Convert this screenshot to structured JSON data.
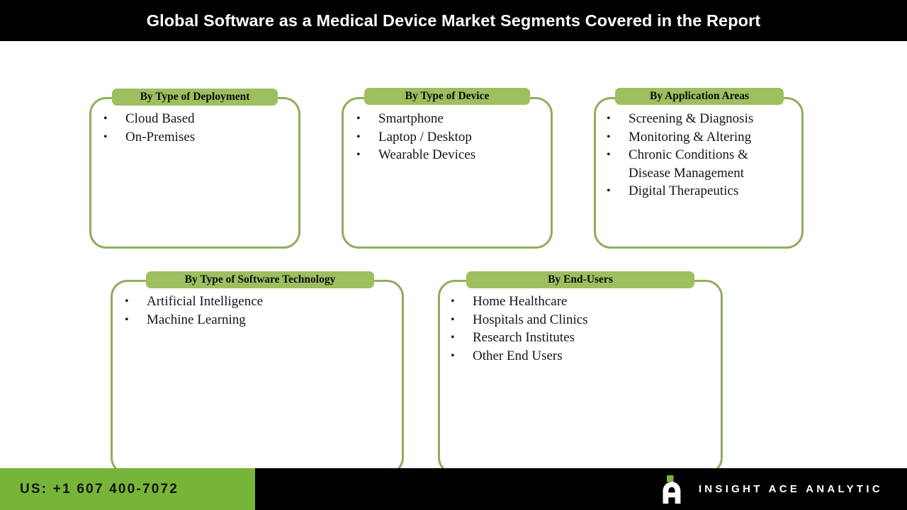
{
  "header": {
    "title": "Global Software as a Medical Device Market Segments Covered in the Report"
  },
  "colors": {
    "title_bar_bg": "#000000",
    "card_border": "#8fae5c",
    "card_header_bg": "#9dbf5f",
    "footer_bar_bg": "#000000",
    "footer_phone_bg": "#76b539",
    "logo_accent": "#76b539",
    "page_bg": "#ffffff"
  },
  "cards": [
    {
      "id": "by-type-of-deployment",
      "header": "By Type of Deployment",
      "items": [
        "Cloud Based",
        "On-Premises"
      ]
    },
    {
      "id": "by-type-of-device",
      "header": "By Type of Device",
      "items": [
        "Smartphone",
        "Laptop / Desktop",
        "Wearable Devices"
      ]
    },
    {
      "id": "by-application-areas",
      "header": "By Application Areas",
      "items": [
        "Screening & Diagnosis",
        "Monitoring & Altering",
        "Chronic Conditions &\nDisease Management",
        "Digital Therapeutics"
      ]
    },
    {
      "id": "by-type-of-software-technology",
      "header": "By Type of Software Technology",
      "items": [
        "Artificial Intelligence",
        "Machine Learning"
      ]
    },
    {
      "id": "by-end-users",
      "header": "By End-Users",
      "items": [
        "Home Healthcare",
        "Hospitals and Clinics",
        "Research Institutes",
        "Other End Users"
      ]
    }
  ],
  "bullet_glyph": "•",
  "footer": {
    "phone": "US: +1 607 400-7072",
    "brand_name": "INSIGHT ACE ANALYTIC"
  }
}
